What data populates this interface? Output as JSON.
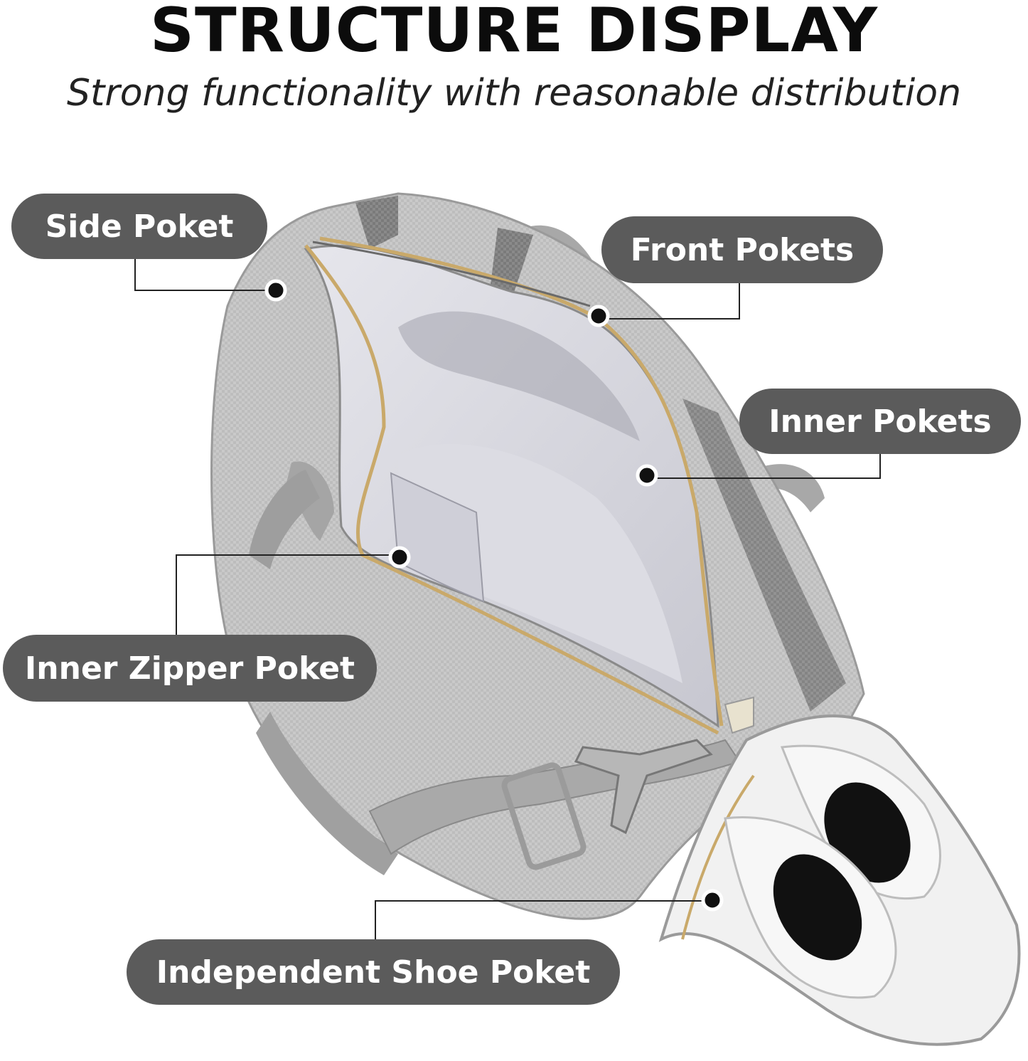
{
  "header": {
    "title": "STRUCTURE DISPLAY",
    "subtitle": "Strong functionality with reasonable distribution"
  },
  "callouts": [
    {
      "id": "side",
      "label": "Side Poket"
    },
    {
      "id": "front",
      "label": "Front Pokets"
    },
    {
      "id": "inner",
      "label": "Inner Pokets"
    },
    {
      "id": "zip",
      "label": "Inner Zipper Poket"
    },
    {
      "id": "shoe",
      "label": "Independent Shoe Poket"
    }
  ],
  "colors": {
    "pill": "#5b5b5b",
    "bag": "#b9b9b9",
    "lining": "#d7d7de",
    "strap": "#8f8f8f",
    "zipper": "#c9a96a"
  }
}
